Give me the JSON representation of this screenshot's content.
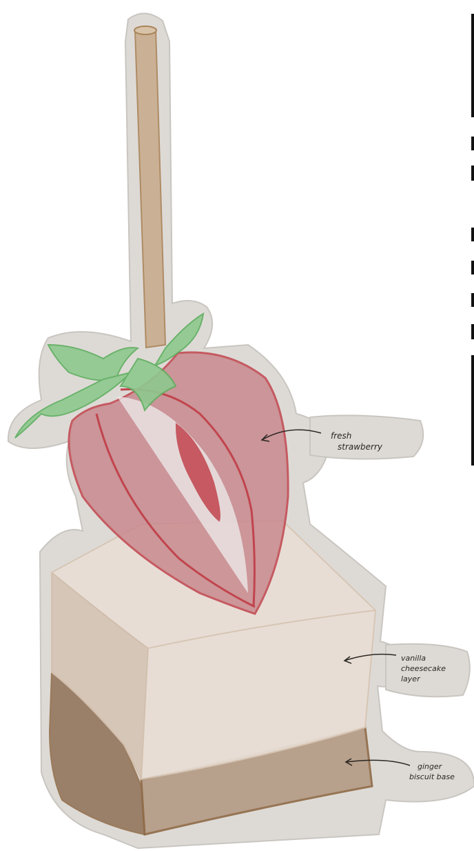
{
  "colors": {
    "paper_outline": "#d9d7d4",
    "stick": "#c9ad8e",
    "stick_stroke": "#a98358",
    "leaves": "#8ec98f",
    "leaves_stroke": "#5fae5f",
    "strawberry": "#c98a8f",
    "strawberry_stroke": "#c1444d",
    "cheesecake": "#e8ded5",
    "cheesecake_stroke": "#d7c5b3",
    "biscuit": "#b39a85",
    "biscuit_stroke": "#8f6a45",
    "label_text": "#2a2622"
  },
  "labels": {
    "strawberry_line1": "fresh",
    "strawberry_line2": "strawberry",
    "cheesecake_line1": "vanilla",
    "cheesecake_line2": "cheesecake",
    "cheesecake_line3": "layer",
    "biscuit_line1": "ginger",
    "biscuit_line2": "biscuit base"
  }
}
